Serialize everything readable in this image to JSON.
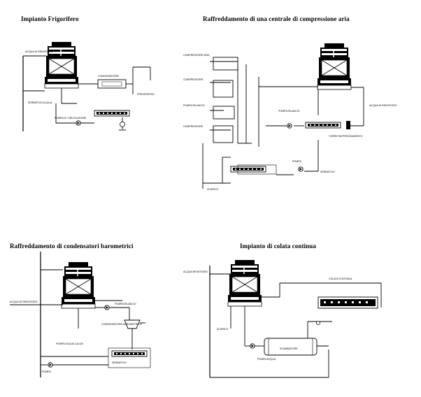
{
  "panels": {
    "top_left": {
      "title": "Impianto Frigorifero",
      "labels": [
        "CONDENSATORE",
        "SERBATOIO ACQUA",
        "POMPA DI CIRCOLAZIONE"
      ]
    },
    "top_right": {
      "title": "Raffreddamento di una centrale di compressione aria",
      "labels": [
        "COMPRESSORE ARIA",
        "SCARICO",
        "POMPA RILANCIO",
        "TORRE RAFFREDDAMENTO"
      ]
    },
    "bottom_left": {
      "title": "Raffreddamento di condensatori barometrici",
      "labels": [
        "ACQUA DI REINTEGRO",
        "POMPA RILANCIO",
        "CONDENSATORE BAROMETRICO",
        "POMPA ACQUA CALDA",
        "SERBATOIO"
      ]
    },
    "bottom_right": {
      "title": "Impianto di colata continua",
      "labels": [
        "ACQUA REINTEGRO",
        "COLATA CONTINUA",
        "SCAMBIATORE",
        "POMPA ACQUA"
      ]
    }
  }
}
